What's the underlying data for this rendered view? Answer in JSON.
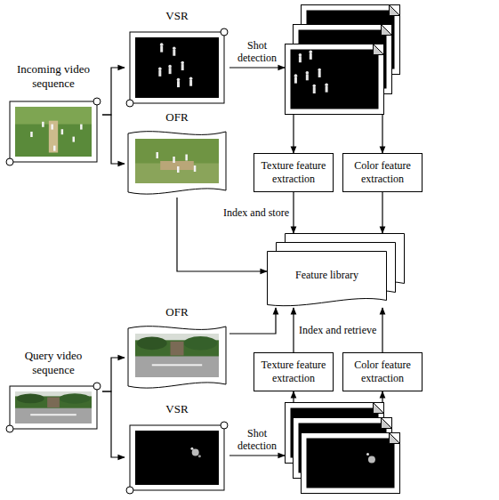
{
  "diagram": {
    "nodes": [
      {
        "text": [
          "Incoming video sequence"
        ]
      },
      {
        "text": [
          "VSR"
        ]
      },
      {
        "text": []
      },
      {
        "text": [
          "OFR"
        ]
      },
      {
        "text": [
          "Texture feature extraction"
        ]
      },
      {
        "text": [
          "Color feature extraction"
        ]
      },
      {
        "text": [
          "Feature library"
        ]
      },
      {
        "text": [
          "Query video sequence"
        ]
      },
      {
        "text": [
          "OFR"
        ]
      },
      {
        "text": [
          "Texture feature extraction"
        ]
      },
      {
        "text": [
          "Color feature extraction"
        ]
      },
      {
        "text": [
          "VSR"
        ]
      },
      {
        "text": []
      }
    ],
    "edges": [
      {
        "from": 0,
        "to": 1,
        "arrow": "to"
      },
      {
        "from": 0,
        "to": 3,
        "arrow": "to"
      },
      {
        "from": 1,
        "to": 2,
        "label": "Shot detection",
        "arrow": "to"
      },
      {
        "from": 2,
        "to": 4,
        "arrow": "to"
      },
      {
        "from": 2,
        "to": 5,
        "arrow": "to"
      },
      {
        "from": 4,
        "to": 6,
        "label": "Index and store",
        "arrow": "to"
      },
      {
        "from": 5,
        "to": 6,
        "arrow": "to"
      },
      {
        "from": 3,
        "to": 6,
        "arrow": "to"
      },
      {
        "from": 7,
        "to": 8,
        "arrow": "to"
      },
      {
        "from": 7,
        "to": 11,
        "arrow": "to"
      },
      {
        "from": 8,
        "to": 6,
        "arrow": "to"
      },
      {
        "from": 9,
        "to": 6,
        "label": "Index and retrieve",
        "arrow": "to"
      },
      {
        "from": 10,
        "to": 6,
        "arrow": "to"
      },
      {
        "from": 11,
        "to": 12,
        "label": "Shot detection",
        "arrow": "to"
      },
      {
        "from": 12,
        "to": 9,
        "arrow": "to"
      },
      {
        "from": 12,
        "to": 10,
        "arrow": "to"
      }
    ]
  }
}
